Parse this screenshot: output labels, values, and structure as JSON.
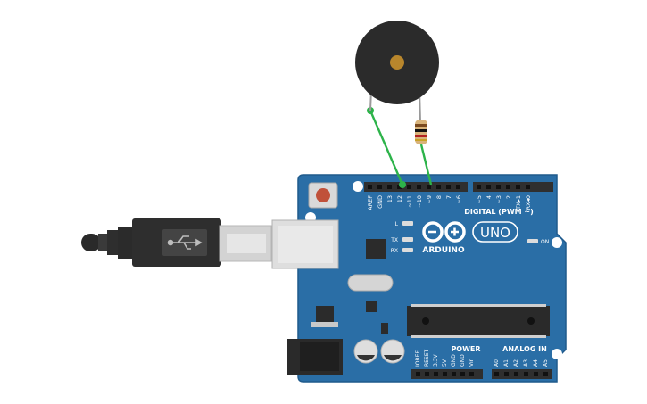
{
  "board": {
    "brand": "ARDUINO",
    "model": "UNO",
    "digital_label": "DIGITAL (PWM ~)",
    "power_label": "POWER",
    "analog_label": "ANALOG IN",
    "on_label": "ON",
    "led_l": "L",
    "led_tx": "TX",
    "led_rx": "RX",
    "digital_pins": [
      "AREF",
      "GND",
      "13",
      "12",
      "~11",
      "~10",
      "~9",
      "8",
      "7",
      "~6",
      "~5",
      "4",
      "~3",
      "2",
      "TX▸1",
      "RX◂0"
    ],
    "power_pins": [
      "IOREF",
      "RESET",
      "3.3V",
      "5V",
      "GND",
      "GND",
      "Vin"
    ],
    "analog_pins": [
      "A0",
      "A1",
      "A2",
      "A3",
      "A4",
      "A5"
    ]
  },
  "components": {
    "buzzer": "piezo-buzzer",
    "resistor": "resistor",
    "usb": "usb-b-cable"
  },
  "colors": {
    "board": "#2a6ea6",
    "wire": "#2db34a",
    "buzzer": "#2b2b2b",
    "buzzer_center": "#b8862c",
    "header": "#2f2f2f",
    "usb_plug": "#2e2e2e",
    "usb_metal": "#cfcfcf"
  }
}
